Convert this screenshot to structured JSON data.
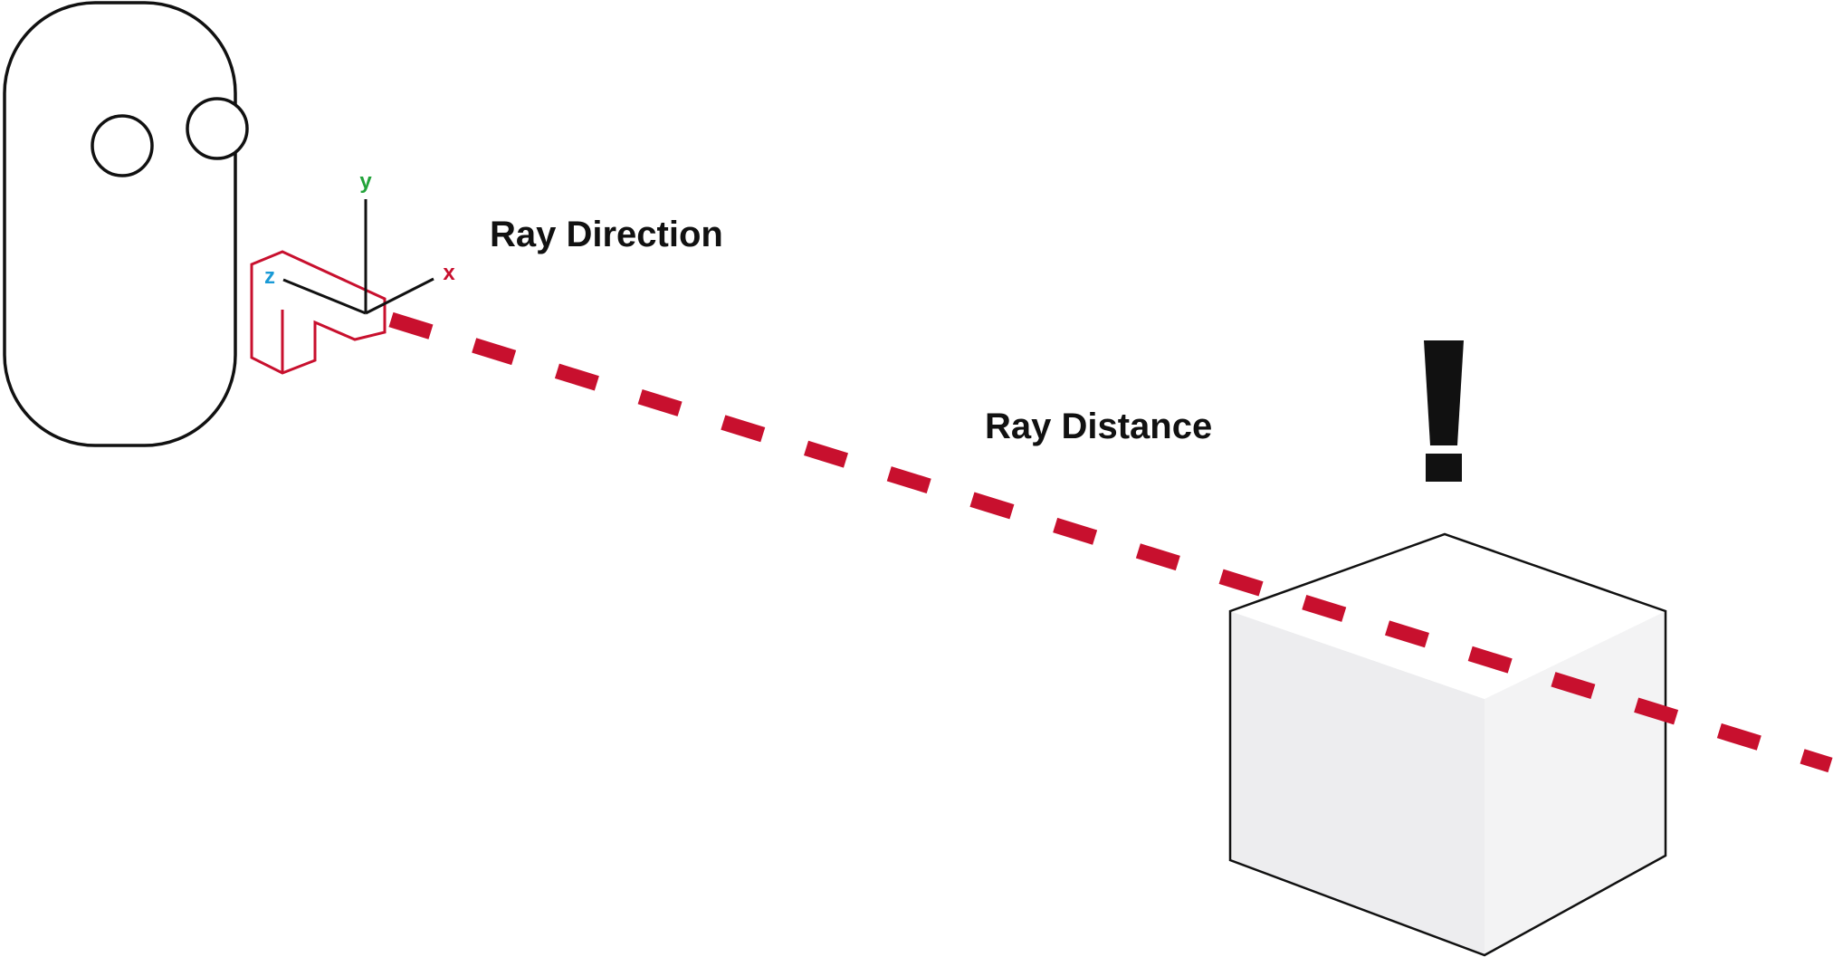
{
  "labels": {
    "ray_direction": "Ray Direction",
    "ray_distance": "Ray Distance"
  },
  "axes": {
    "x": "x",
    "y": "y",
    "z": "z"
  },
  "icons": {
    "head": "head-icon",
    "controller": "hand-controller-icon",
    "obstacle": "cube-icon",
    "alert": "exclamation-icon"
  },
  "colors": {
    "ray": "#c8102e",
    "controller_outline": "#c8102e",
    "axis_x": "#c8102e",
    "axis_y": "#22a33a",
    "axis_z": "#1a9ad6",
    "outline": "#111111",
    "cube_left_face": "#ededef",
    "cube_right_face": "#f3f3f4",
    "cube_top_face": "#ffffff"
  }
}
